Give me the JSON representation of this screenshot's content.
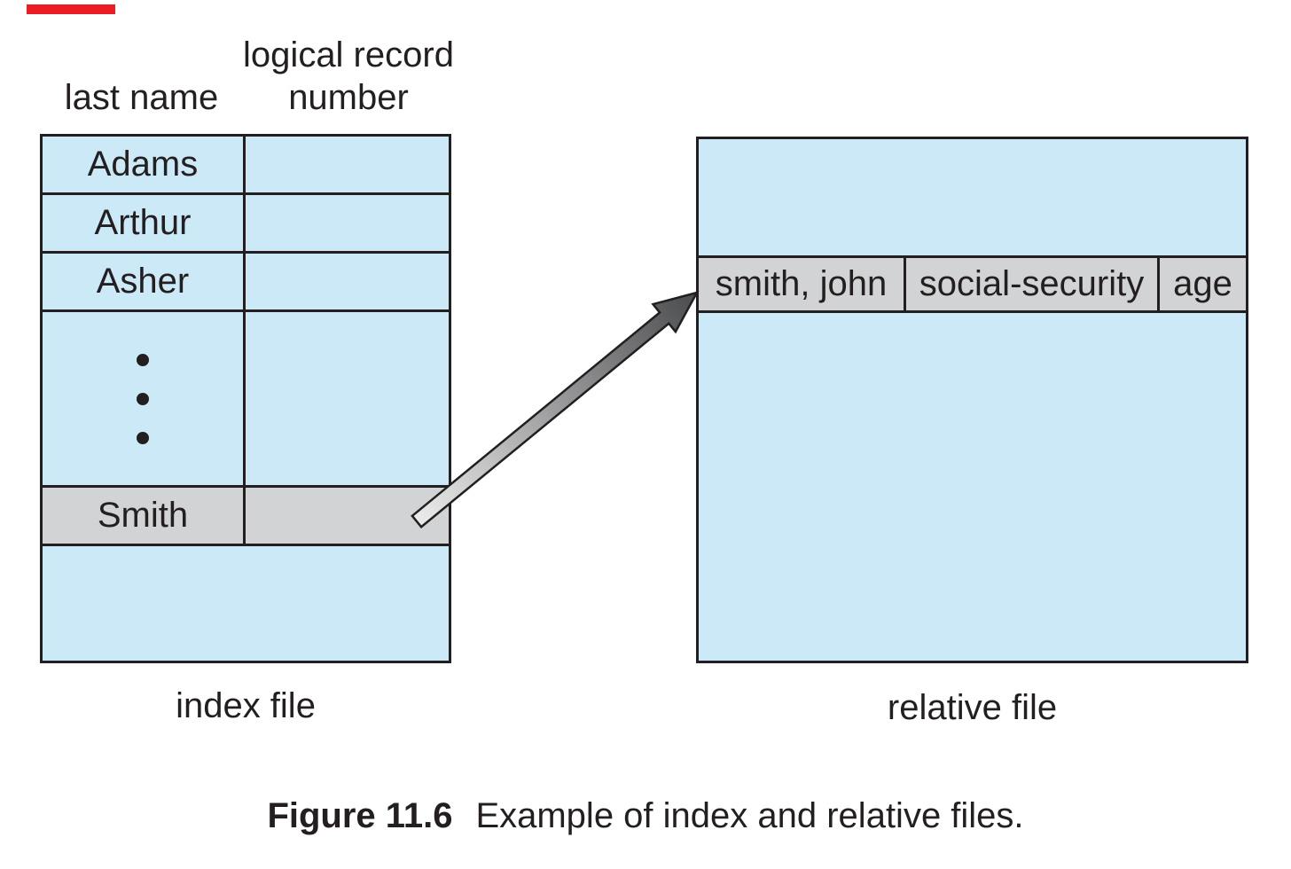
{
  "artifact": {
    "red_bar_color": "#ec1c24"
  },
  "index_file": {
    "header_col2": "logical record\nnumber",
    "header_col1": "last name",
    "rows": [
      "Adams",
      "Arthur",
      "Asher"
    ],
    "ellipsis_dot_count": 3,
    "highlighted_row": "Smith",
    "label": "index file"
  },
  "relative_file": {
    "record_cells": [
      "smith, john",
      "social-security",
      "age"
    ],
    "label": "relative file"
  },
  "caption": {
    "figure_label": "Figure 11.6",
    "text": "Example of index and relative files."
  },
  "colors": {
    "cell_blue": "#cce9f8",
    "cell_gray": "#d1d3d4",
    "line_and_text": "#231f20",
    "arrow_gradient_light": "#ebecec",
    "arrow_gradient_dark": "#4b4c4e",
    "red_artifact": "#ec1c24"
  }
}
